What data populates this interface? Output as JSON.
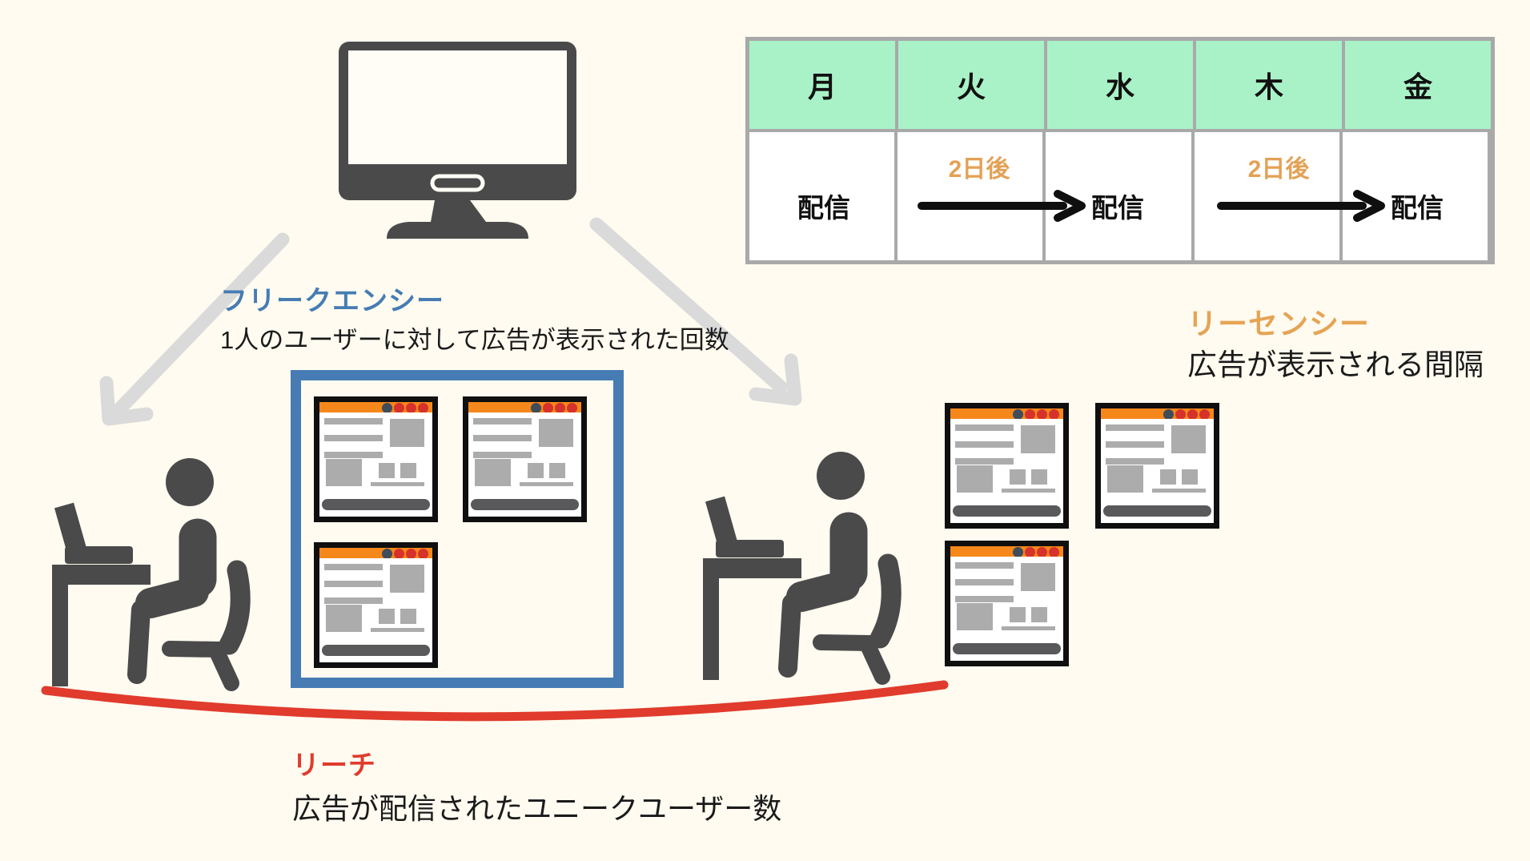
{
  "page": {
    "background_color": "#FFFBF0"
  },
  "table": {
    "days": [
      "月",
      "火",
      "水",
      "木",
      "金"
    ],
    "delivery_mon": "配信",
    "delivery_wed": "配信",
    "delivery_fri": "配信",
    "interval_1": "2日後",
    "interval_2": "2日後",
    "header_color": "#A9F2C8",
    "border_color": "#A9A9A9"
  },
  "concepts": {
    "frequency": {
      "title": "フリークエンシー",
      "description": "1人のユーザーに対して広告が表示された回数",
      "color": "#467CB3"
    },
    "recency": {
      "title": "リーセンシー",
      "description": "広告が表示される間隔",
      "color": "#E5A455"
    },
    "reach": {
      "title": "リーチ",
      "description": "広告が配信されたユニークユーザー数",
      "color": "#E03B2C"
    }
  },
  "icons": {
    "monitor": "desktop-monitor",
    "person": "person-at-desk-with-laptop",
    "ad_window": "browser-ad-window",
    "flow_arrow": "gray-flow-arrow",
    "reach_curve": "red-reach-curve"
  }
}
